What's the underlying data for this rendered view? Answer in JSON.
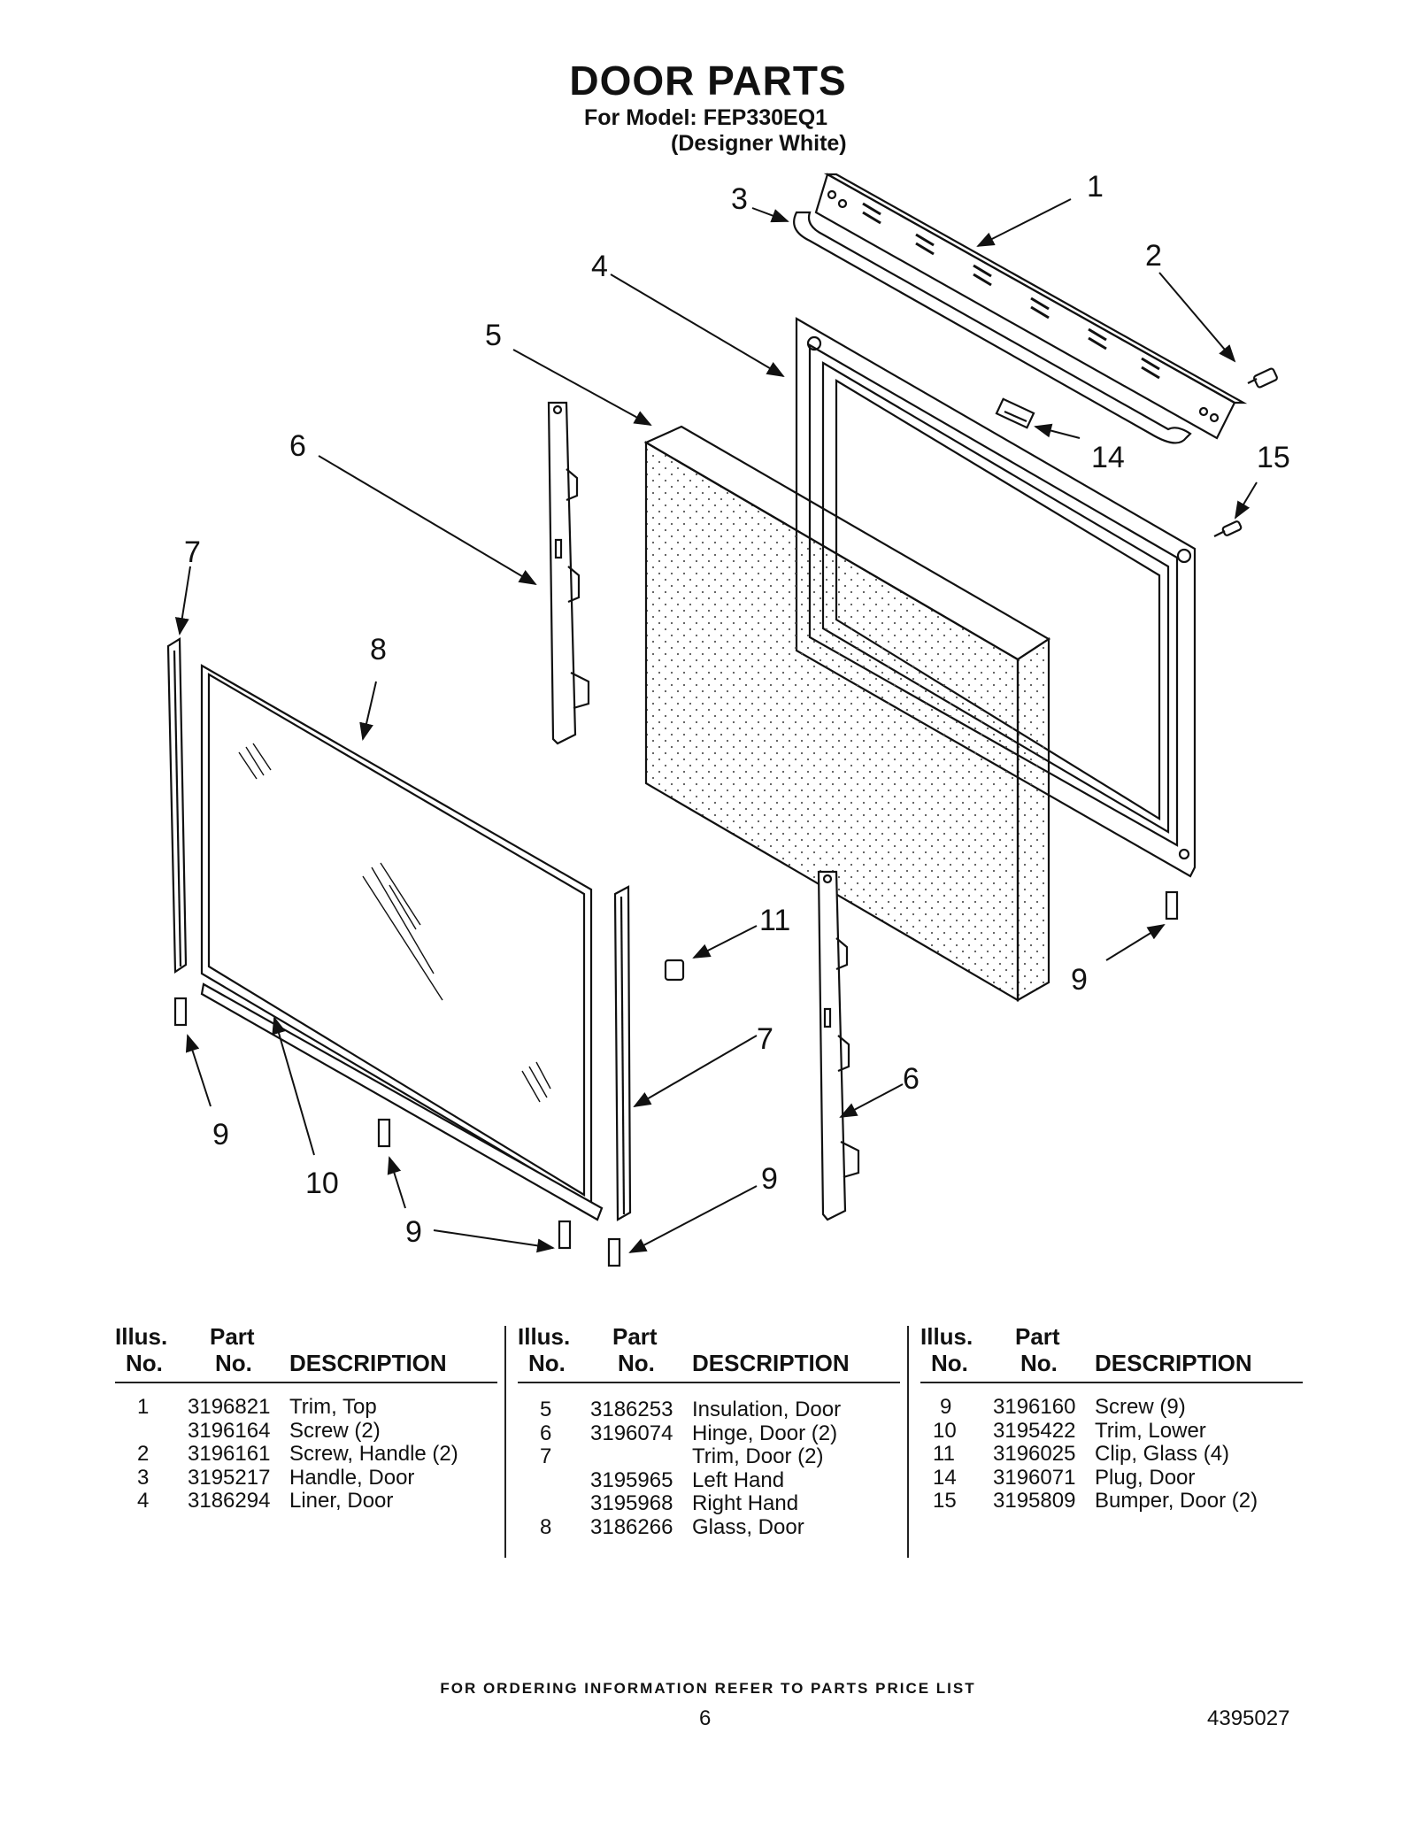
{
  "header": {
    "title": "DOOR PARTS",
    "model_line": "For Model: FEP330EQ1",
    "variant_line": "(Designer White)"
  },
  "callouts": [
    "1",
    "2",
    "3",
    "4",
    "5",
    "6",
    "7",
    "8",
    "9",
    "10",
    "11",
    "14",
    "15"
  ],
  "table": {
    "headers": {
      "illus_top": "Illus.",
      "illus_bottom": "No.",
      "part_top": "Part",
      "part_bottom": "No.",
      "desc": "DESCRIPTION"
    },
    "columns": [
      [
        {
          "illus": "1",
          "part": "3196821",
          "desc": "Trim, Top"
        },
        {
          "illus": "",
          "part": "3196164",
          "desc": "Screw (2)"
        },
        {
          "illus": "2",
          "part": "3196161",
          "desc": "Screw, Handle (2)"
        },
        {
          "illus": "3",
          "part": "3195217",
          "desc": "Handle, Door"
        },
        {
          "illus": "4",
          "part": "3186294",
          "desc": "Liner, Door"
        }
      ],
      [
        {
          "illus": "5",
          "part": "3186253",
          "desc": "Insulation, Door"
        },
        {
          "illus": "6",
          "part": "3196074",
          "desc": "Hinge, Door (2)"
        },
        {
          "illus": "7",
          "part": "",
          "desc": "Trim, Door (2)"
        },
        {
          "illus": "",
          "part": "3195965",
          "desc": "Left Hand"
        },
        {
          "illus": "",
          "part": "3195968",
          "desc": "Right Hand"
        },
        {
          "illus": "8",
          "part": "3186266",
          "desc": "Glass, Door"
        }
      ],
      [
        {
          "illus": "9",
          "part": "3196160",
          "desc": "Screw (9)"
        },
        {
          "illus": "10",
          "part": "3195422",
          "desc": "Trim, Lower"
        },
        {
          "illus": "11",
          "part": "3196025",
          "desc": "Clip, Glass (4)"
        },
        {
          "illus": "14",
          "part": "3196071",
          "desc": "Plug, Door"
        },
        {
          "illus": "15",
          "part": "3195809",
          "desc": "Bumper, Door (2)"
        }
      ]
    ]
  },
  "footer": {
    "ordering_note": "FOR ORDERING INFORMATION REFER TO PARTS PRICE LIST",
    "page_number": "6",
    "document_number": "4395027"
  }
}
